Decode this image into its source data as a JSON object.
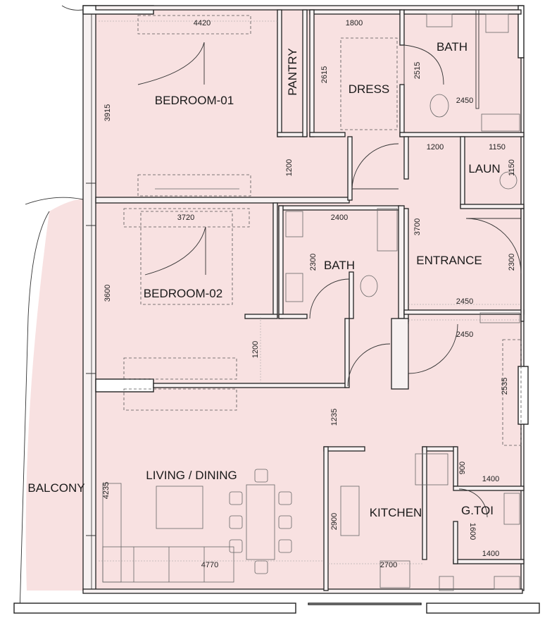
{
  "plan": {
    "fill_color": "#f8e1e1",
    "wall_color": "#222222",
    "rooms": {
      "bedroom1": "BEDROOM-01",
      "pantry": "PANTRY",
      "dress": "DRESS",
      "bath1": "BATH",
      "laun": "LAUN",
      "bedroom2": "BEDROOM-02",
      "bath2": "BATH",
      "entrance": "ENTRANCE",
      "living": "LIVING / DINING",
      "kitchen": "KITCHEN",
      "gtoi": "G.TOI",
      "balcony": "BALCONY"
    },
    "dims": {
      "b1_width": "4420",
      "b1_height": "3915",
      "dress_width": "1800",
      "pantry_height": "2615",
      "bath1_height": "2515",
      "bath1_width": "2450",
      "corridor1": "1200",
      "laun_w1": "1200",
      "laun_w2": "1150",
      "laun_h": "1150",
      "entrance_h": "3700",
      "b2_width": "3720",
      "b2_height": "3600",
      "bath2_width": "2400",
      "bath2_height": "2300",
      "entrance_right": "2300",
      "entrance_w1": "2450",
      "entrance_w2": "2450",
      "corridor2": "1200",
      "living_gap": "1235",
      "right_h": "2535",
      "gtoi_top": "900",
      "gtoi_w1": "1400",
      "living_h": "4235",
      "kitchen_h": "2900",
      "gtoi_h": "1600",
      "gtoi_w2": "1400",
      "living_w": "4770",
      "kitchen_w": "2700"
    }
  }
}
